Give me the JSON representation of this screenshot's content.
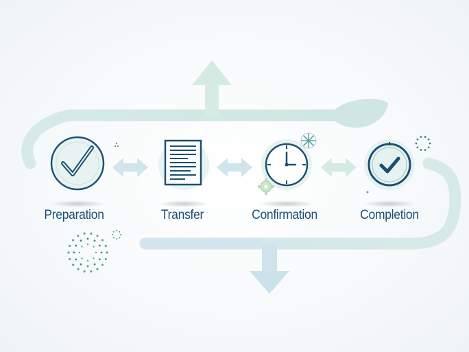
{
  "steps": [
    {
      "label": "Preparation",
      "icon": "checkmark-icon"
    },
    {
      "label": "Transfer",
      "icon": "document-icon"
    },
    {
      "label": "Confirmation",
      "icon": "clock-icon"
    },
    {
      "label": "Completion",
      "icon": "check-circle-icon"
    }
  ],
  "colors": {
    "primary": "#1b4f72",
    "path": "#cbe4e4",
    "path_blue": "#cde0ea",
    "arrow": "#d2e8e8",
    "circle_fill": "#e9f4f3",
    "accent": "#5da5a6"
  }
}
